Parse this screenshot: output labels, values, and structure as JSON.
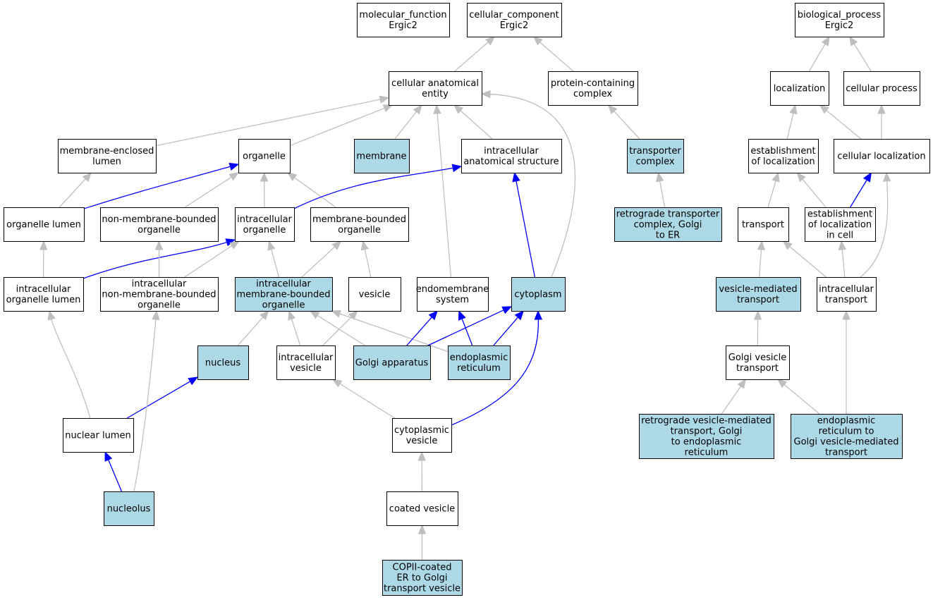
{
  "colors": {
    "highlight_fill": "#add8e6",
    "plain_fill": "#ffffff",
    "gray_edge": "#bfbfbf",
    "blue_edge": "#0000ff",
    "border": "#000000"
  },
  "nodes": [
    {
      "id": "molecular_function",
      "label": "molecular_function\nErgic2",
      "highlighted": false
    },
    {
      "id": "cellular_component",
      "label": "cellular_component\nErgic2",
      "highlighted": false
    },
    {
      "id": "biological_process",
      "label": "biological_process\nErgic2",
      "highlighted": false
    },
    {
      "id": "cellular_anatomical_entity",
      "label": "cellular anatomical\nentity",
      "highlighted": false
    },
    {
      "id": "protein_containing_complex",
      "label": "protein-containing\ncomplex",
      "highlighted": false
    },
    {
      "id": "localization",
      "label": "localization",
      "highlighted": false
    },
    {
      "id": "cellular_process",
      "label": "cellular process",
      "highlighted": false
    },
    {
      "id": "membrane_enclosed_lumen",
      "label": "membrane-enclosed\nlumen",
      "highlighted": false
    },
    {
      "id": "organelle",
      "label": "organelle",
      "highlighted": false
    },
    {
      "id": "membrane",
      "label": "membrane",
      "highlighted": true
    },
    {
      "id": "intracellular_anatomical_structure",
      "label": "intracellular\nanatomical structure",
      "highlighted": false
    },
    {
      "id": "transporter_complex",
      "label": "transporter\ncomplex",
      "highlighted": true
    },
    {
      "id": "establishment_of_localization",
      "label": "establishment\nof localization",
      "highlighted": false
    },
    {
      "id": "cellular_localization",
      "label": "cellular localization",
      "highlighted": false
    },
    {
      "id": "organelle_lumen",
      "label": "organelle lumen",
      "highlighted": false
    },
    {
      "id": "non_membrane_bounded_organelle",
      "label": "non-membrane-bounded\norganelle",
      "highlighted": false
    },
    {
      "id": "intracellular_organelle",
      "label": "intracellular\norganelle",
      "highlighted": false
    },
    {
      "id": "membrane_bounded_organelle",
      "label": "membrane-bounded\norganelle",
      "highlighted": false
    },
    {
      "id": "retrograde_transporter_complex",
      "label": "retrograde transporter\ncomplex, Golgi\nto ER",
      "highlighted": true
    },
    {
      "id": "transport",
      "label": "transport",
      "highlighted": false
    },
    {
      "id": "establishment_of_localization_in_cell",
      "label": "establishment\nof localization\nin cell",
      "highlighted": false
    },
    {
      "id": "intracellular_organelle_lumen",
      "label": "intracellular\norganelle lumen",
      "highlighted": false
    },
    {
      "id": "intracellular_non_membrane_bounded_organelle",
      "label": "intracellular\nnon-membrane-bounded\norganelle",
      "highlighted": false
    },
    {
      "id": "intracellular_membrane_bounded_organelle",
      "label": "intracellular\nmembrane-bounded\norganelle",
      "highlighted": true
    },
    {
      "id": "vesicle",
      "label": "vesicle",
      "highlighted": false
    },
    {
      "id": "endomembrane_system",
      "label": "endomembrane\nsystem",
      "highlighted": false
    },
    {
      "id": "cytoplasm",
      "label": "cytoplasm",
      "highlighted": true
    },
    {
      "id": "vesicle_mediated_transport",
      "label": "vesicle-mediated\ntransport",
      "highlighted": true
    },
    {
      "id": "intracellular_transport",
      "label": "intracellular\ntransport",
      "highlighted": false
    },
    {
      "id": "nucleus",
      "label": "nucleus",
      "highlighted": true
    },
    {
      "id": "intracellular_vesicle",
      "label": "intracellular\nvesicle",
      "highlighted": false
    },
    {
      "id": "golgi_apparatus",
      "label": "Golgi apparatus",
      "highlighted": true
    },
    {
      "id": "endoplasmic_reticulum",
      "label": "endoplasmic\nreticulum",
      "highlighted": true
    },
    {
      "id": "golgi_vesicle_transport",
      "label": "Golgi vesicle\ntransport",
      "highlighted": false
    },
    {
      "id": "nuclear_lumen",
      "label": "nuclear lumen",
      "highlighted": false
    },
    {
      "id": "cytoplasmic_vesicle",
      "label": "cytoplasmic\nvesicle",
      "highlighted": false
    },
    {
      "id": "retrograde_vesicle_mediated_transport",
      "label": "retrograde vesicle-mediated\ntransport, Golgi\nto endoplasmic\nreticulum",
      "highlighted": true
    },
    {
      "id": "er_to_golgi_vesicle_mediated_transport",
      "label": "endoplasmic\nreticulum to\nGolgi vesicle-mediated\ntransport",
      "highlighted": true
    },
    {
      "id": "nucleolus",
      "label": "nucleolus",
      "highlighted": true
    },
    {
      "id": "coated_vesicle",
      "label": "coated vesicle",
      "highlighted": false
    },
    {
      "id": "copii_vesicle",
      "label": "COPII-coated\nER to Golgi\ntransport vesicle",
      "highlighted": true
    }
  ],
  "edges": [
    {
      "from": "cellular_anatomical_entity",
      "to": "cellular_component",
      "color": "gray"
    },
    {
      "from": "protein_containing_complex",
      "to": "cellular_component",
      "color": "gray"
    },
    {
      "from": "localization",
      "to": "biological_process",
      "color": "gray"
    },
    {
      "from": "cellular_process",
      "to": "biological_process",
      "color": "gray"
    },
    {
      "from": "membrane_enclosed_lumen",
      "to": "cellular_anatomical_entity",
      "color": "gray"
    },
    {
      "from": "organelle",
      "to": "cellular_anatomical_entity",
      "color": "gray"
    },
    {
      "from": "membrane",
      "to": "cellular_anatomical_entity",
      "color": "gray"
    },
    {
      "from": "intracellular_anatomical_structure",
      "to": "cellular_anatomical_entity",
      "color": "gray"
    },
    {
      "from": "endomembrane_system",
      "to": "cellular_anatomical_entity",
      "color": "gray"
    },
    {
      "from": "cytoplasm",
      "to": "cellular_anatomical_entity",
      "color": "gray"
    },
    {
      "from": "transporter_complex",
      "to": "protein_containing_complex",
      "color": "gray"
    },
    {
      "from": "retrograde_transporter_complex",
      "to": "transporter_complex",
      "color": "gray"
    },
    {
      "from": "establishment_of_localization",
      "to": "localization",
      "color": "gray"
    },
    {
      "from": "cellular_localization",
      "to": "localization",
      "color": "gray"
    },
    {
      "from": "cellular_localization",
      "to": "cellular_process",
      "color": "gray"
    },
    {
      "from": "transport",
      "to": "establishment_of_localization",
      "color": "gray"
    },
    {
      "from": "establishment_of_localization_in_cell",
      "to": "establishment_of_localization",
      "color": "gray"
    },
    {
      "from": "establishment_of_localization_in_cell",
      "to": "cellular_localization",
      "color": "blue"
    },
    {
      "from": "intracellular_transport",
      "to": "cellular_localization",
      "color": "gray"
    },
    {
      "from": "organelle_lumen",
      "to": "membrane_enclosed_lumen",
      "color": "gray"
    },
    {
      "from": "organelle_lumen",
      "to": "organelle",
      "color": "blue"
    },
    {
      "from": "non_membrane_bounded_organelle",
      "to": "organelle",
      "color": "gray"
    },
    {
      "from": "intracellular_organelle",
      "to": "organelle",
      "color": "gray"
    },
    {
      "from": "membrane_bounded_organelle",
      "to": "organelle",
      "color": "gray"
    },
    {
      "from": "intracellular_organelle",
      "to": "intracellular_anatomical_structure",
      "color": "blue"
    },
    {
      "from": "cytoplasm",
      "to": "intracellular_anatomical_structure",
      "color": "blue"
    },
    {
      "from": "intracellular_organelle_lumen",
      "to": "organelle_lumen",
      "color": "gray"
    },
    {
      "from": "intracellular_organelle_lumen",
      "to": "intracellular_organelle",
      "color": "blue"
    },
    {
      "from": "intracellular_non_membrane_bounded_organelle",
      "to": "non_membrane_bounded_organelle",
      "color": "gray"
    },
    {
      "from": "intracellular_non_membrane_bounded_organelle",
      "to": "intracellular_organelle",
      "color": "gray"
    },
    {
      "from": "intracellular_membrane_bounded_organelle",
      "to": "intracellular_organelle",
      "color": "gray"
    },
    {
      "from": "intracellular_membrane_bounded_organelle",
      "to": "membrane_bounded_organelle",
      "color": "gray"
    },
    {
      "from": "vesicle",
      "to": "membrane_bounded_organelle",
      "color": "gray"
    },
    {
      "from": "vesicle_mediated_transport",
      "to": "transport",
      "color": "gray"
    },
    {
      "from": "intracellular_transport",
      "to": "transport",
      "color": "gray"
    },
    {
      "from": "intracellular_transport",
      "to": "establishment_of_localization_in_cell",
      "color": "gray"
    },
    {
      "from": "nucleus",
      "to": "intracellular_membrane_bounded_organelle",
      "color": "gray"
    },
    {
      "from": "intracellular_vesicle",
      "to": "intracellular_membrane_bounded_organelle",
      "color": "gray"
    },
    {
      "from": "golgi_apparatus",
      "to": "intracellular_membrane_bounded_organelle",
      "color": "gray"
    },
    {
      "from": "endoplasmic_reticulum",
      "to": "intracellular_membrane_bounded_organelle",
      "color": "gray"
    },
    {
      "from": "intracellular_vesicle",
      "to": "vesicle",
      "color": "gray"
    },
    {
      "from": "golgi_apparatus",
      "to": "endomembrane_system",
      "color": "blue"
    },
    {
      "from": "endoplasmic_reticulum",
      "to": "endomembrane_system",
      "color": "blue"
    },
    {
      "from": "golgi_apparatus",
      "to": "cytoplasm",
      "color": "blue"
    },
    {
      "from": "endoplasmic_reticulum",
      "to": "cytoplasm",
      "color": "blue"
    },
    {
      "from": "cytoplasmic_vesicle",
      "to": "cytoplasm",
      "color": "blue"
    },
    {
      "from": "golgi_vesicle_transport",
      "to": "vesicle_mediated_transport",
      "color": "gray"
    },
    {
      "from": "nuclear_lumen",
      "to": "intracellular_organelle_lumen",
      "color": "gray"
    },
    {
      "from": "nuclear_lumen",
      "to": "nucleus",
      "color": "blue"
    },
    {
      "from": "nucleolus",
      "to": "intracellular_non_membrane_bounded_organelle",
      "color": "gray"
    },
    {
      "from": "nucleolus",
      "to": "nuclear_lumen",
      "color": "blue"
    },
    {
      "from": "cytoplasmic_vesicle",
      "to": "intracellular_vesicle",
      "color": "gray"
    },
    {
      "from": "coated_vesicle",
      "to": "cytoplasmic_vesicle",
      "color": "gray"
    },
    {
      "from": "copii_vesicle",
      "to": "coated_vesicle",
      "color": "gray"
    },
    {
      "from": "retrograde_vesicle_mediated_transport",
      "to": "golgi_vesicle_transport",
      "color": "gray"
    },
    {
      "from": "er_to_golgi_vesicle_mediated_transport",
      "to": "golgi_vesicle_transport",
      "color": "gray"
    },
    {
      "from": "er_to_golgi_vesicle_mediated_transport",
      "to": "intracellular_transport",
      "color": "gray"
    }
  ]
}
